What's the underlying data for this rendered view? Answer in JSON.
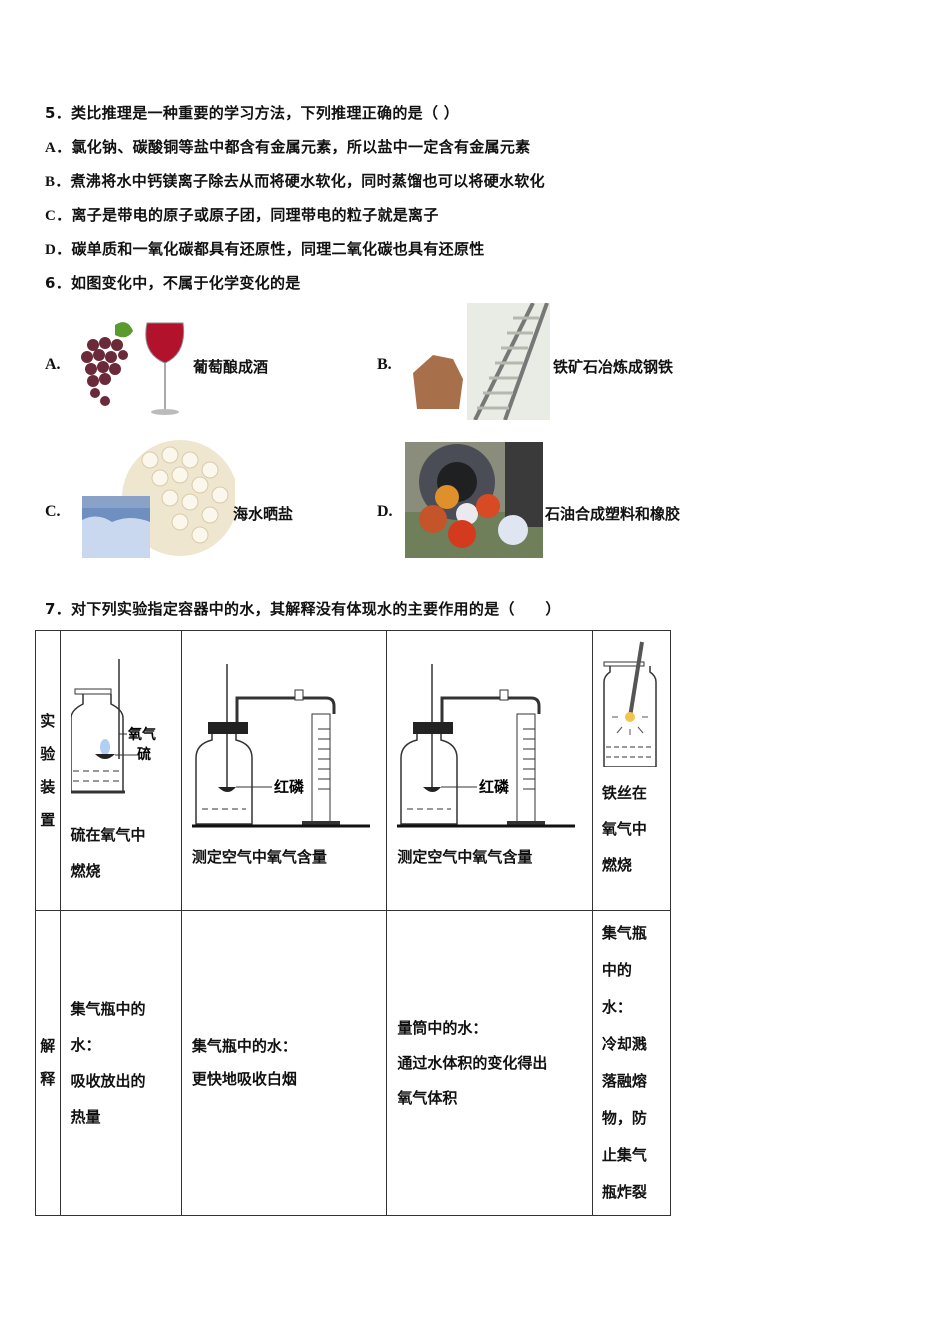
{
  "q5": {
    "stem": "5．类比推理是一种重要的学习方法，下列推理正确的是（ ）",
    "options": [
      {
        "letter": "A．",
        "text": "氯化钠、碳酸铜等盐中都含有金属元素，所以盐中一定含有金属元素"
      },
      {
        "letter": "B．",
        "text": "煮沸将水中钙镁离子除去从而将硬水软化，同时蒸馏也可以将硬水软化"
      },
      {
        "letter": "C．",
        "text": "离子是带电的原子或原子团，同理带电的粒子就是离子"
      },
      {
        "letter": "D．",
        "text": "碳单质和一氧化碳都具有还原性，同理二氧化碳也具有还原性"
      }
    ]
  },
  "q6": {
    "stem": "6．如图变化中，不属于化学变化的是",
    "options": [
      {
        "letter": "A.",
        "text": "葡萄酿成酒",
        "image": "grapes-and-wine-glass"
      },
      {
        "letter": "B.",
        "text": "铁矿石冶炼成钢铁",
        "image": "iron-ore-and-railway"
      },
      {
        "letter": "C.",
        "text": "海水晒盐",
        "image": "sea-and-salt-crystals"
      },
      {
        "letter": "D.",
        "text": "石油合成塑料和橡胶",
        "image": "tires-and-balls"
      }
    ]
  },
  "q7": {
    "stem": "7．对下列实验指定容器中的水，其解释没有体现水的主要作用的是（　　）",
    "row_headers": [
      "实验装置",
      "解释"
    ],
    "experiments": [
      {
        "name": "硫在氧气中燃烧",
        "name_lines": [
          "硫在氧气中",
          "燃烧"
        ],
        "diagram_labels": [
          "氧气",
          "硫"
        ],
        "explanation_lines": [
          "集气瓶中的",
          "水：",
          "吸收放出的",
          "热量"
        ]
      },
      {
        "name": "测定空气中氧气含量",
        "name_lines": [
          "测定空气中氧气含量"
        ],
        "diagram_labels": [
          "红磷"
        ],
        "explanation_lines": [
          "集气瓶中的水：",
          "更快地吸收白烟"
        ]
      },
      {
        "name": "测定空气中氧气含量",
        "name_lines": [
          "测定空气中氧气含量"
        ],
        "diagram_labels": [
          "红磷"
        ],
        "explanation_lines": [
          "量筒中的水：",
          "通过水体积的变化得出",
          "氧气体积"
        ]
      },
      {
        "name": "铁丝在氧气中燃烧",
        "name_lines": [
          "铁丝在",
          "氧气中",
          "燃烧"
        ],
        "diagram_labels": [],
        "explanation_lines": [
          "集气瓶",
          "中的",
          "水：",
          "冷却溅",
          "落融熔",
          "物，防",
          "止集气",
          "瓶炸裂"
        ]
      }
    ]
  }
}
